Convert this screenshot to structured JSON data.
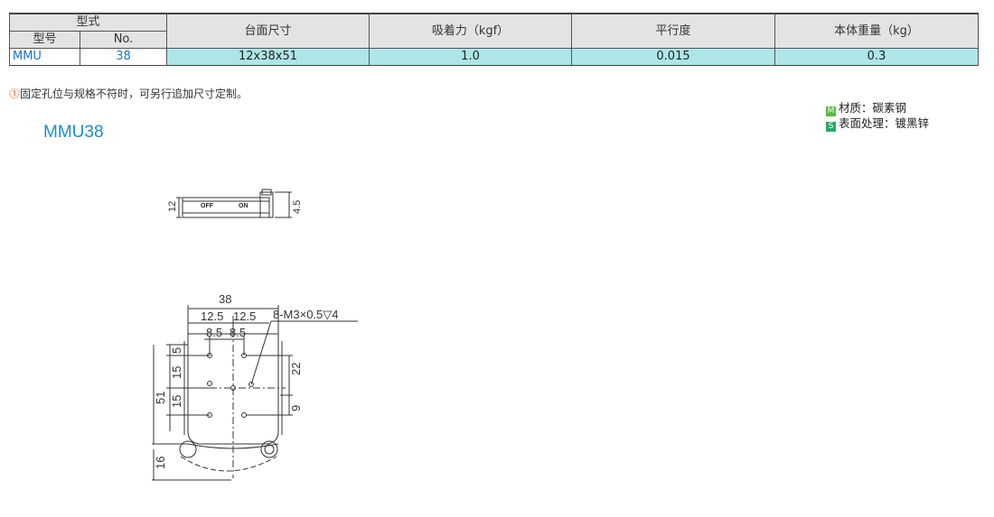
{
  "table": {
    "header": {
      "type_group": "型式",
      "model_label": "型号",
      "no_label": "No.",
      "col_size": "台面尺寸",
      "col_force": "吸着力（kgf）",
      "col_parallel": "平行度",
      "col_weight": "本体重量（kg）"
    },
    "row": {
      "model": "MMU",
      "no": "38",
      "size": "12x38x51",
      "force": "1.0",
      "parallel": "0.015",
      "weight": "0.3"
    }
  },
  "note": {
    "icon": "!",
    "text": "固定孔位与规格不符时，可另行追加尺寸定制。"
  },
  "product_title": "MMU38",
  "material": {
    "m_badge": "M",
    "m_text": "材质：碳素钢",
    "s_badge": "S",
    "s_text": "表面处理：镀黑锌"
  },
  "drawing": {
    "side_view": {
      "off_label": "OFF",
      "on_label": "ON",
      "dim_height": "12",
      "dim_knob": "4.5"
    },
    "top_view": {
      "dim_width": "38",
      "dim_half_left": "12.5",
      "dim_half_right": "12.5",
      "dim_hole_left": "8.5",
      "dim_hole_right": "8.5",
      "hole_spec": "8-M3×0.5▽4",
      "dim_5": "5",
      "dim_15a": "15",
      "dim_15b": "15",
      "dim_51": "51",
      "dim_22": "22",
      "dim_9": "9",
      "dim_16": "16"
    }
  }
}
